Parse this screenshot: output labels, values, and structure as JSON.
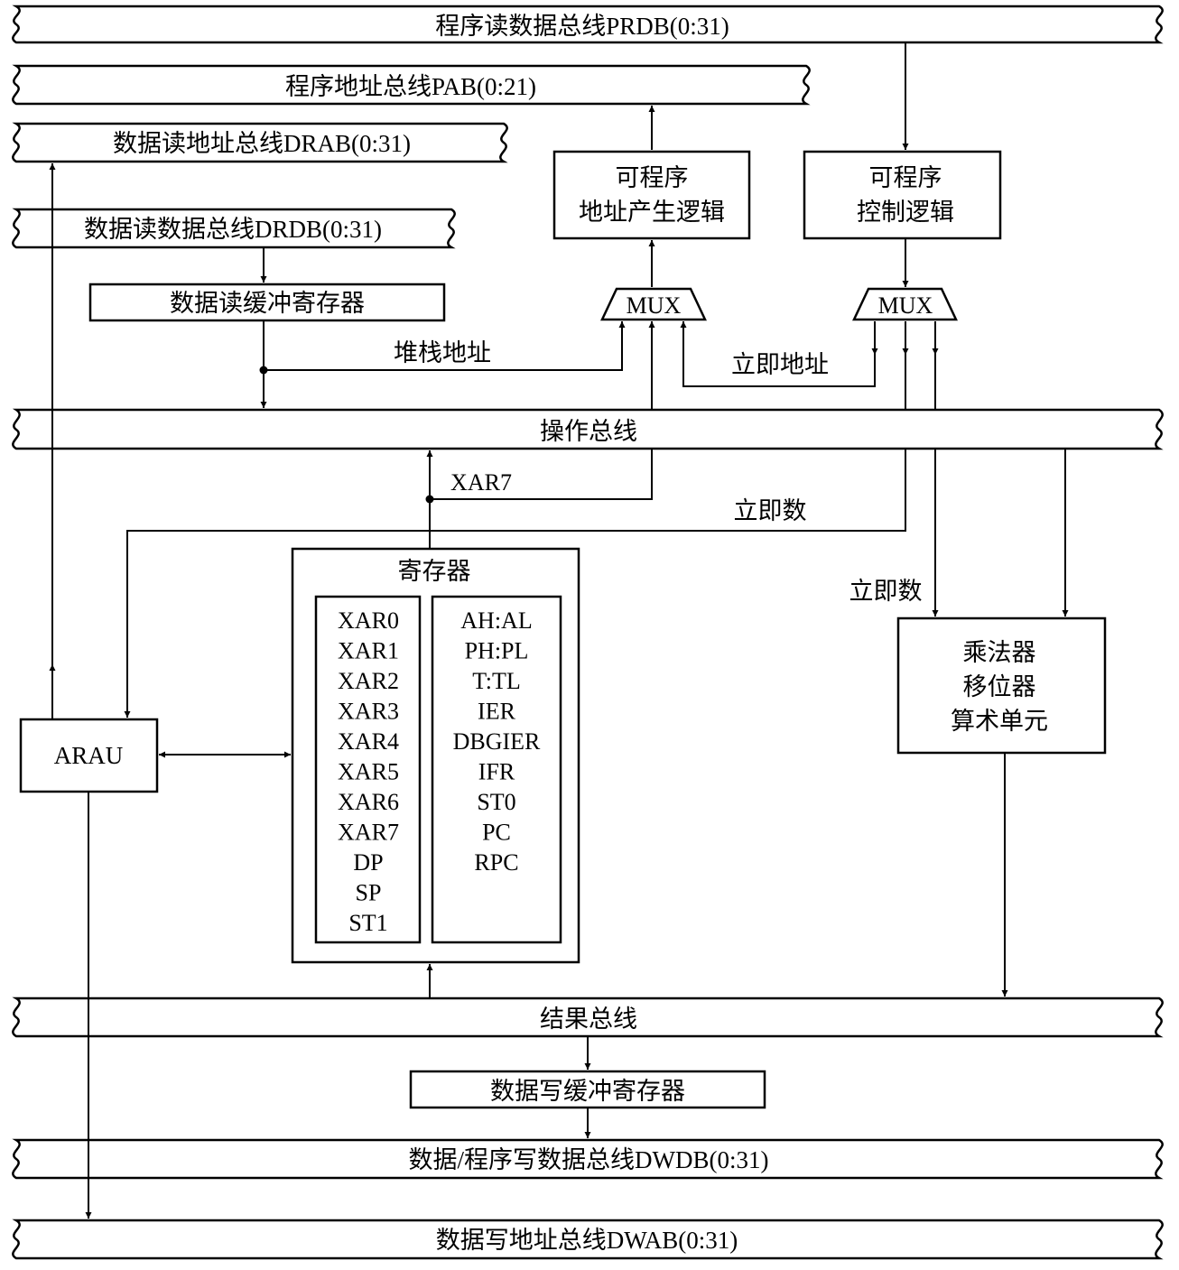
{
  "buses": {
    "prdb": "程序读数据总线PRDB(0:31)",
    "pab": "程序地址总线PAB(0:21)",
    "drab": "数据读地址总线DRAB(0:31)",
    "drdb": "数据读数据总线DRDB(0:31)",
    "operand": "操作总线",
    "result": "结果总线",
    "dwdb": "数据/程序写数据总线DWDB(0:31)",
    "dwab": "数据写地址总线DWAB(0:31)"
  },
  "blocks": {
    "prog_addr_gen": [
      "可程序",
      "地址产生逻辑"
    ],
    "prog_ctrl": [
      "可程序",
      "控制逻辑"
    ],
    "data_read_buffer": "数据读缓冲寄存器",
    "data_write_buffer": "数据写缓冲寄存器",
    "mux": "MUX",
    "arau": "ARAU",
    "alu": [
      "乘法器",
      "移位器",
      "算术单元"
    ],
    "registers": {
      "title": "寄存器",
      "left": [
        "XAR0",
        "XAR1",
        "XAR2",
        "XAR3",
        "XAR4",
        "XAR5",
        "XAR6",
        "XAR7",
        "DP",
        "SP",
        "ST1"
      ],
      "right": [
        "AH:AL",
        "PH:PL",
        "T:TL",
        "IER",
        "DBGIER",
        "IFR",
        "ST0",
        "PC",
        "RPC"
      ]
    }
  },
  "labels": {
    "stack_address": "堆栈地址",
    "immediate_address": "立即地址",
    "xar7": "XAR7",
    "immediate_1": "立即数",
    "immediate_2": "立即数"
  }
}
